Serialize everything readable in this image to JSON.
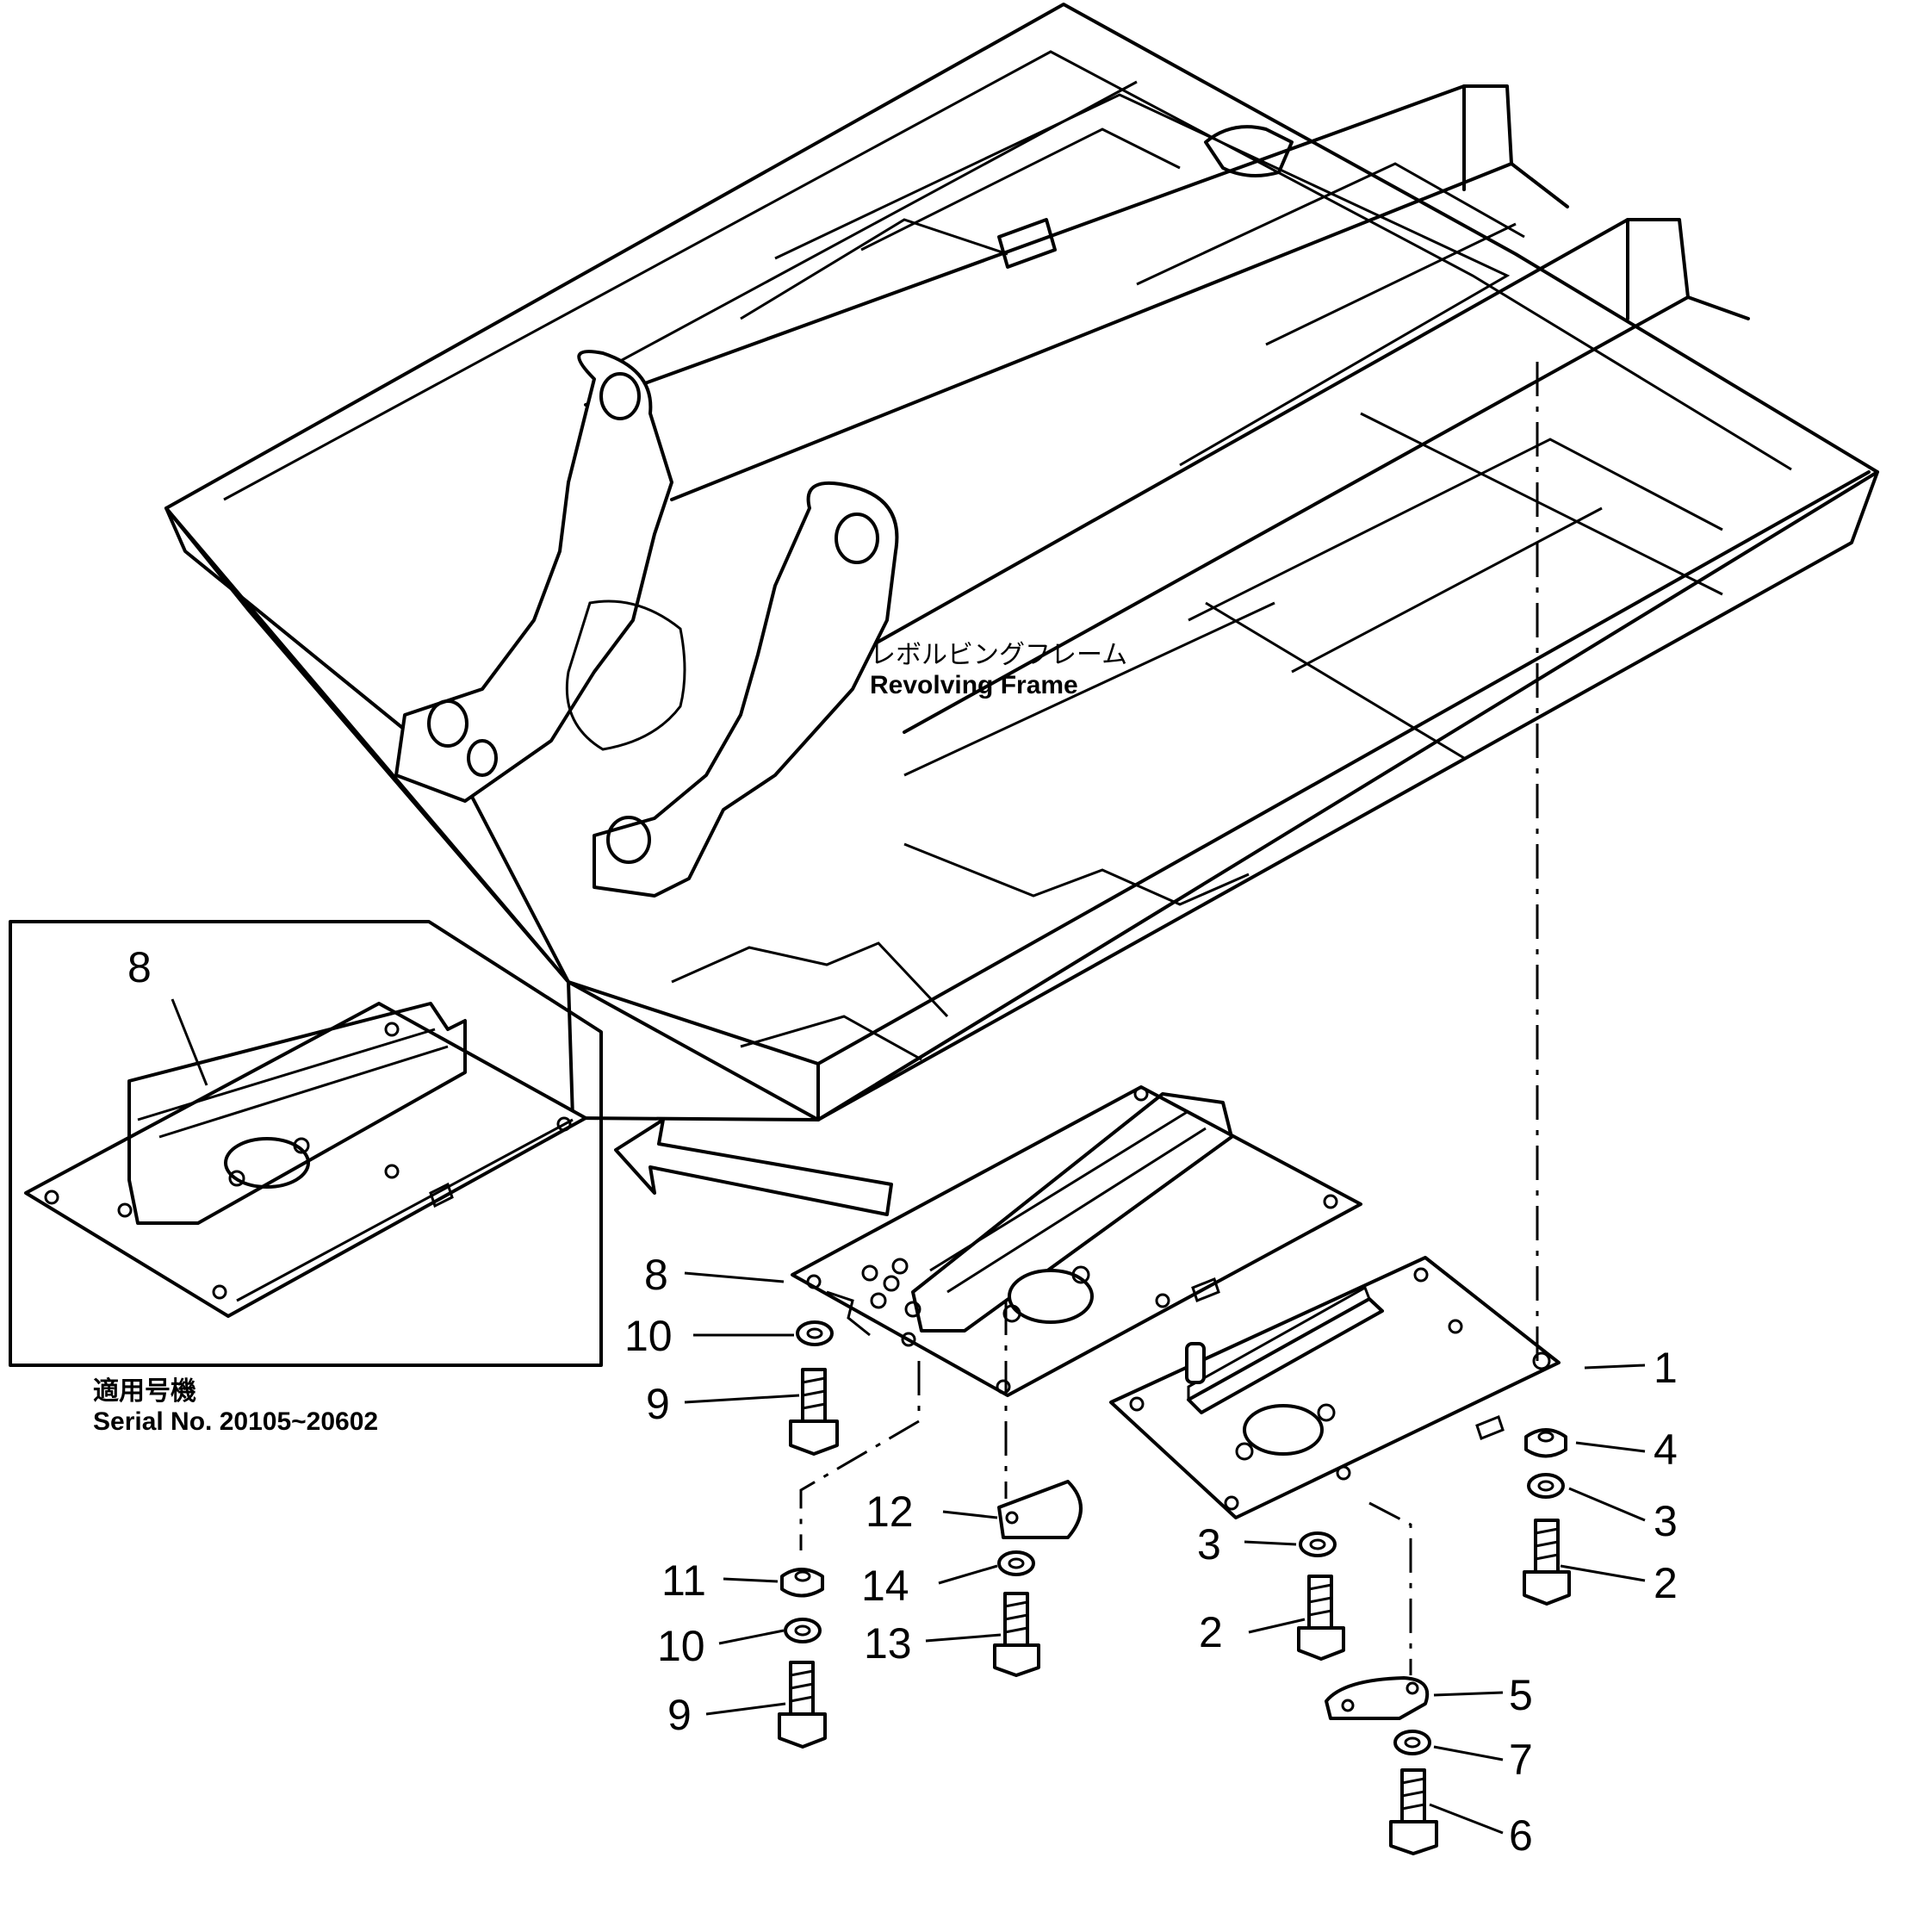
{
  "frame_label": {
    "jp": "レボルビングフレーム",
    "en": "Revolving Frame"
  },
  "inset": {
    "callout_number": "8",
    "serial_jp": "適用号機",
    "serial_en": "Serial No. 20105~20602"
  },
  "callouts": [
    {
      "id": "c1",
      "number": "1"
    },
    {
      "id": "c4",
      "number": "4"
    },
    {
      "id": "c3a",
      "number": "3"
    },
    {
      "id": "c2a",
      "number": "2"
    },
    {
      "id": "c3b",
      "number": "3"
    },
    {
      "id": "c2b",
      "number": "2"
    },
    {
      "id": "c5",
      "number": "5"
    },
    {
      "id": "c7",
      "number": "7"
    },
    {
      "id": "c6",
      "number": "6"
    },
    {
      "id": "c8",
      "number": "8"
    },
    {
      "id": "c10a",
      "number": "10"
    },
    {
      "id": "c9a",
      "number": "9"
    },
    {
      "id": "c12",
      "number": "12"
    },
    {
      "id": "c11",
      "number": "11"
    },
    {
      "id": "c14",
      "number": "14"
    },
    {
      "id": "c10b",
      "number": "10"
    },
    {
      "id": "c13",
      "number": "13"
    },
    {
      "id": "c9b",
      "number": "9"
    }
  ]
}
